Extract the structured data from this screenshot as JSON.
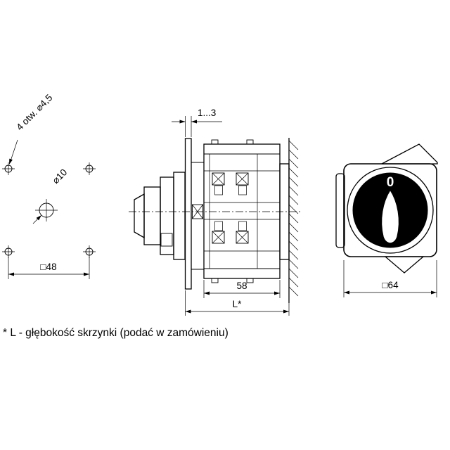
{
  "page": {
    "background": "#ffffff",
    "line_color": "#000000",
    "knob_color": "#000000"
  },
  "mounting_pattern": {
    "holes_label": "4 otw. ⌀4,5",
    "center_hole_label": "⌀10",
    "square_label": "□48"
  },
  "side_view": {
    "panel_thickness_label": "1...3",
    "body_depth_label": "58",
    "total_depth_label": "L*"
  },
  "front_view": {
    "square_label": "□64",
    "knob_position_label": "0"
  },
  "footnote": "* L - głębokość skrzynki (podać w zamówieniu)"
}
